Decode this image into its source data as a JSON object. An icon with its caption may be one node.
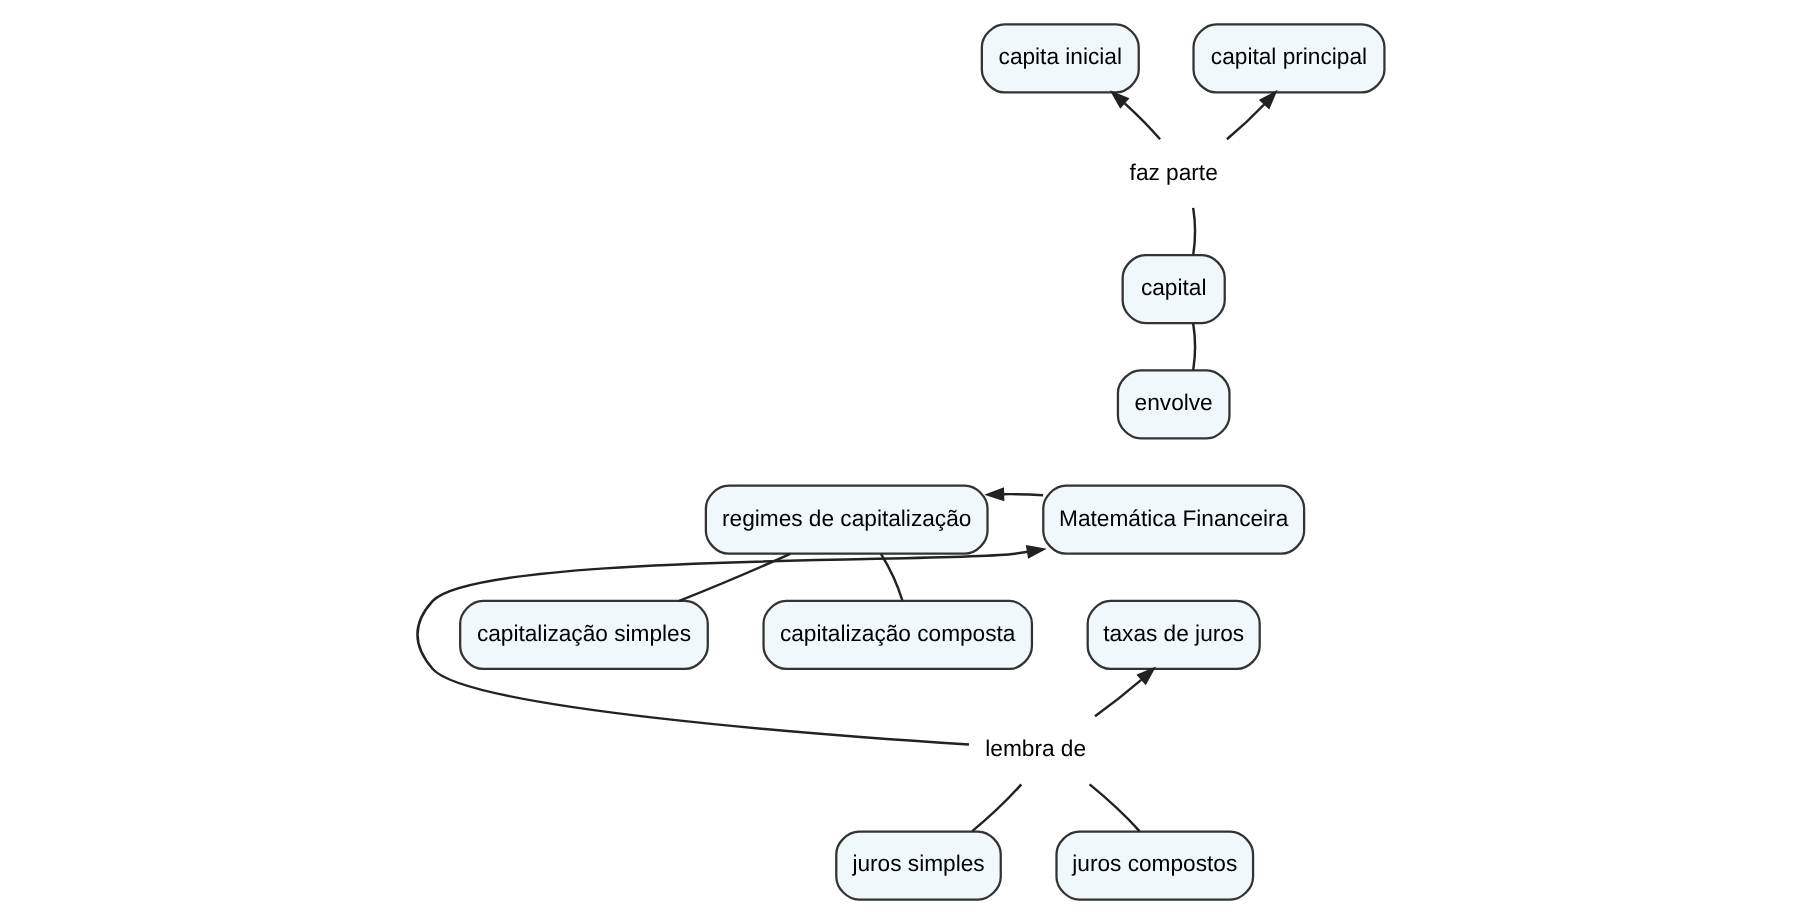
{
  "diagram": {
    "nodes": [
      {
        "text": [
          "capita inicial"
        ]
      },
      {
        "text": [
          "capital principal"
        ]
      },
      {
        "text": [
          "faz parte"
        ]
      },
      {
        "text": [
          "capital"
        ]
      },
      {
        "text": [
          "envolve"
        ]
      },
      {
        "text": [
          "regimes de capitalização"
        ]
      },
      {
        "text": [
          "Matemática Financeira"
        ]
      },
      {
        "text": [
          "capitalização simples"
        ]
      },
      {
        "text": [
          "capitalização composta"
        ]
      },
      {
        "text": [
          "lembra de"
        ]
      },
      {
        "text": [
          "taxas de juros"
        ]
      },
      {
        "text": [
          "juros simples"
        ]
      },
      {
        "text": [
          "juros compostos"
        ]
      }
    ],
    "edges": [
      {
        "from": 2,
        "to": 0,
        "arrow": "to"
      },
      {
        "from": 2,
        "to": 1,
        "arrow": "to"
      },
      {
        "from": 3,
        "to": 2,
        "arrow": "none"
      },
      {
        "from": 4,
        "to": 3,
        "arrow": "none"
      },
      {
        "from": 6,
        "to": 5,
        "arrow": "to"
      },
      {
        "from": 5,
        "to": 7,
        "arrow": "none"
      },
      {
        "from": 5,
        "to": 8,
        "arrow": "none"
      },
      {
        "from": 9,
        "to": 6,
        "arrow": "to"
      },
      {
        "from": 9,
        "to": 10,
        "arrow": "to"
      },
      {
        "from": 9,
        "to": 11,
        "arrow": "none"
      },
      {
        "from": 9,
        "to": 12,
        "arrow": "none"
      }
    ]
  }
}
